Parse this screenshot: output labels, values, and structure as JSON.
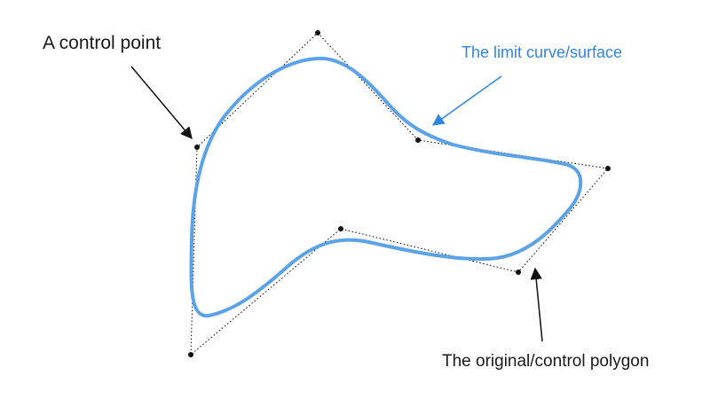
{
  "labels": {
    "control_point": "A control point",
    "limit_curve": "The limit curve/surface",
    "control_polygon": "The original/control polygon"
  },
  "colors": {
    "curve": "#5ba3e6",
    "limit_label": "#2f86e0",
    "polygon": "#111111",
    "arrow_black": "#111111",
    "arrow_blue": "#2f86e0"
  }
}
